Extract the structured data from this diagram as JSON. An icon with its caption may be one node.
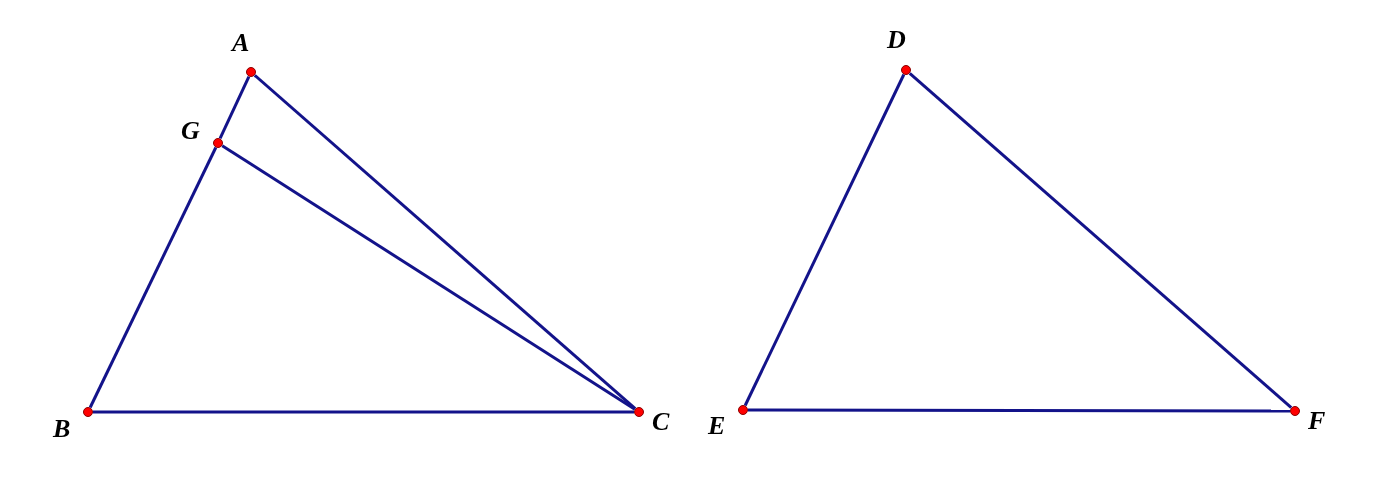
{
  "diagram": {
    "nodes": [
      {
        "text": [
          "A"
        ]
      },
      {
        "text": [
          "G"
        ]
      },
      {
        "text": [
          "B"
        ]
      },
      {
        "text": [
          "C"
        ]
      },
      {
        "text": [
          "D"
        ]
      },
      {
        "text": [
          "E"
        ]
      },
      {
        "text": [
          "F"
        ]
      }
    ],
    "edges": [
      {
        "from": 0,
        "to": 1,
        "arrow": "none"
      },
      {
        "from": 1,
        "to": 2,
        "arrow": "none"
      },
      {
        "from": 0,
        "to": 3,
        "arrow": "none"
      },
      {
        "from": 1,
        "to": 3,
        "arrow": "none"
      },
      {
        "from": 2,
        "to": 3,
        "arrow": "none"
      },
      {
        "from": 4,
        "to": 5,
        "arrow": "none"
      },
      {
        "from": 4,
        "to": 6,
        "arrow": "none"
      },
      {
        "from": 5,
        "to": 6,
        "arrow": "none"
      }
    ]
  }
}
